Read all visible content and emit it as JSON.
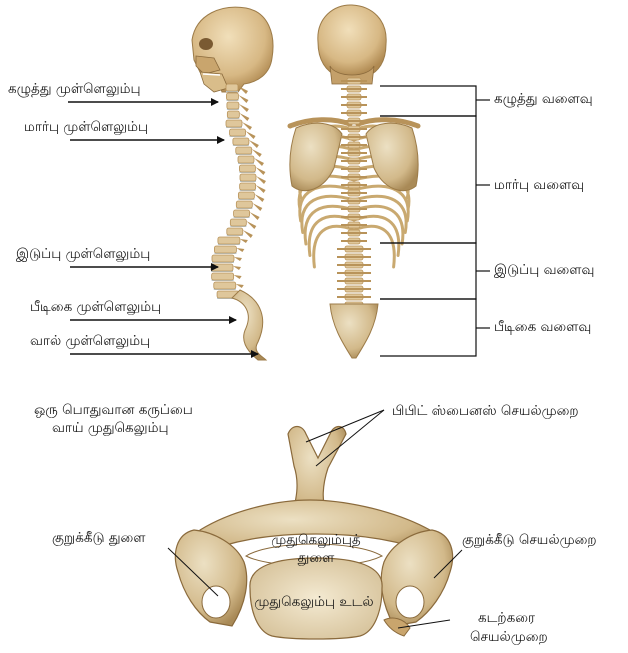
{
  "side_view": {
    "labels": {
      "cervical": "கழுத்து முள்ளெலும்பு",
      "thoracic": "மார்பு முள்ளெலும்பு",
      "lumbar": "இடுப்பு முள்ளெலும்பு",
      "sacral": "பீடிகை முள்ளெலும்பு",
      "caudal": "வால் முள்ளெலும்பு"
    }
  },
  "back_view": {
    "labels": {
      "cervical_curve": "கழுத்து வளைவு",
      "thoracic_curve": "மார்பு வளைவு",
      "lumbar_curve": "இடுப்பு வளைவு",
      "sacral_curve": "பீடிகை வளைவு"
    }
  },
  "vertebra": {
    "labels": {
      "typical_line1": "ஒரு பொதுவான கருப்பை",
      "typical_line2": "வாய் முதுகெலும்பு",
      "spinous": "பிபிட் ஸ்பைனஸ் செயல்முறை",
      "transverse_foramen": "குறுக்கீடு துளை",
      "vertebral_foramen_line1": "முதுகெலும்புத்",
      "vertebral_foramen_line2": "துளை",
      "transverse_process": "குறுக்கீடு செயல்முறை",
      "body": "முதுகெலும்பு உடல்",
      "articular_line1": "கடற்கரை",
      "articular_line2": "செயல்முறை"
    }
  },
  "colors": {
    "bone": "#dfc79b",
    "bone_dark": "#b8935a",
    "disc": "#b9c7cf",
    "line": "#111111"
  }
}
